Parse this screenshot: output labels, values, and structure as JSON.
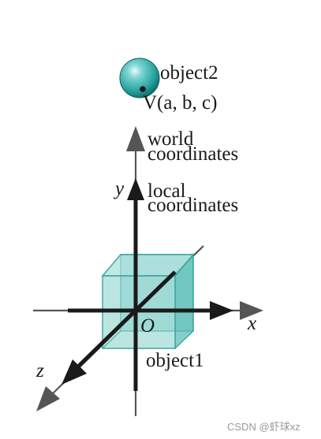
{
  "object2": {
    "label": "object2",
    "vertex_label": "V(a, b, c)"
  },
  "world_axis": {
    "line1": "world",
    "line2": "coordinates"
  },
  "local_axis": {
    "line1": "local",
    "line2": "coordinates",
    "y_label": "y"
  },
  "axes": {
    "origin_label": "O",
    "x_label": "x",
    "z_label": "z"
  },
  "object1": {
    "label": "object1"
  },
  "watermark": "CSDN @虾球xz",
  "colors": {
    "cube_fill": "#7ecdc9",
    "cube_edge": "#3aa5a0",
    "sphere": "#2aa6a3",
    "world_axis": "#555555",
    "local_axis": "#1a1a1a"
  }
}
